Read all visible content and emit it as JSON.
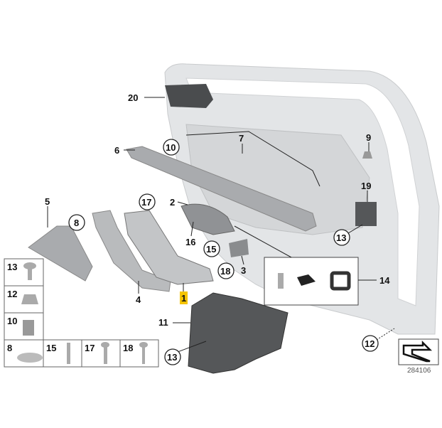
{
  "diagram": {
    "part_labels": {
      "p1": "1",
      "p2": "2",
      "p3": "3",
      "p4": "4",
      "p5": "5",
      "p6": "6",
      "p7": "7",
      "p8": "8",
      "p9": "9",
      "p10": "10",
      "p11": "11",
      "p12": "12",
      "p13a": "13",
      "p13b": "13",
      "p14": "14",
      "p15": "15",
      "p16": "16",
      "p17": "17",
      "p18": "18",
      "p19": "19",
      "p20": "20"
    },
    "legend": [
      "13",
      "12",
      "10",
      "8",
      "15",
      "17",
      "18"
    ],
    "diagram_number": "284106",
    "colors": {
      "highlight": "#f5c400",
      "part_fill": "#a9abae",
      "door_fill": "#e3e5e7",
      "dark_part": "#555759"
    }
  }
}
